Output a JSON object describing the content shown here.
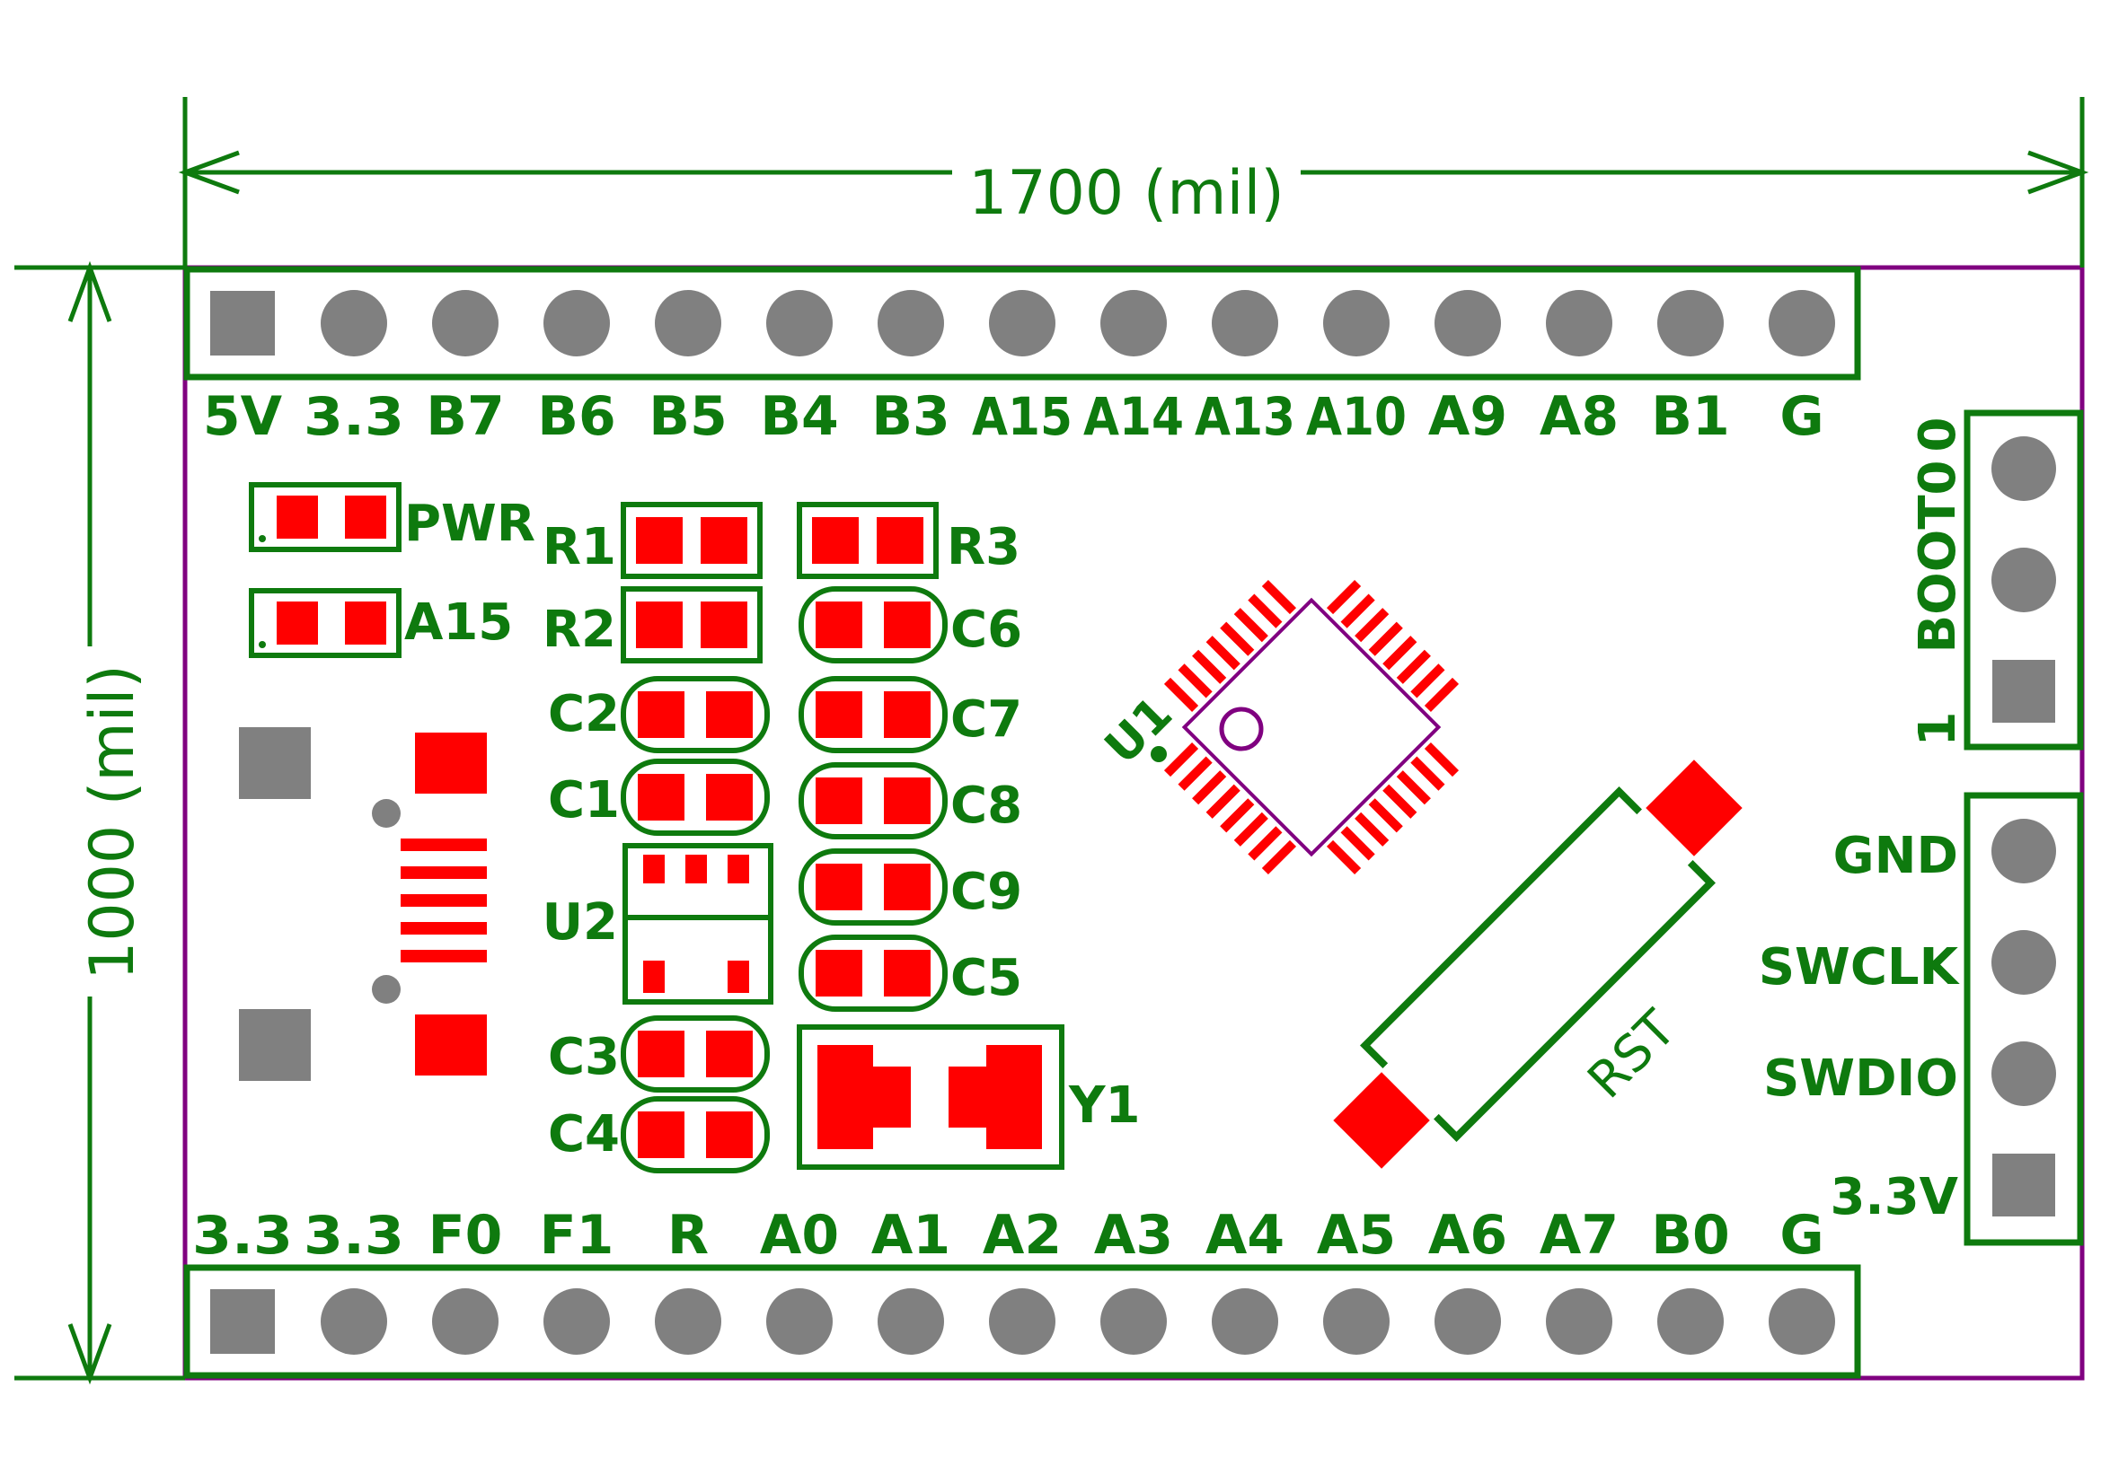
{
  "colors": {
    "silk": "#0e7a0e",
    "pad": "#ff0000",
    "hole": "#808080",
    "outline": "#800080",
    "background": "#ffffff"
  },
  "dimensions": {
    "width_label": "1700 (mil)",
    "height_label": "1000 (mil)"
  },
  "top_header": {
    "labels": [
      "5V",
      "3.3",
      "B7",
      "B6",
      "B5",
      "B4",
      "B3",
      "A15",
      "A14",
      "A13",
      "A10",
      "A9",
      "A8",
      "B1",
      "G"
    ]
  },
  "bottom_header": {
    "labels": [
      "3.3",
      "3.3",
      "F0",
      "F1",
      "R",
      "A0",
      "A1",
      "A2",
      "A3",
      "A4",
      "A5",
      "A6",
      "A7",
      "B0",
      "G"
    ]
  },
  "boot_header": {
    "label_main": "BOOT0",
    "label_one": "1",
    "label_zero": "0"
  },
  "swd_header": {
    "labels": [
      "GND",
      "SWCLK",
      "SWDIO",
      "3.3V"
    ]
  },
  "components": {
    "led_pwr": "PWR",
    "led_a15": "A15",
    "r1": "R1",
    "r2": "R2",
    "r3": "R3",
    "c1": "C1",
    "c2": "C2",
    "c3": "C3",
    "c4": "C4",
    "c5": "C5",
    "c6": "C6",
    "c7": "C7",
    "c8": "C8",
    "c9": "C9",
    "u1": "U1",
    "u2": "U2",
    "y1": "Y1",
    "rst": "RST"
  }
}
